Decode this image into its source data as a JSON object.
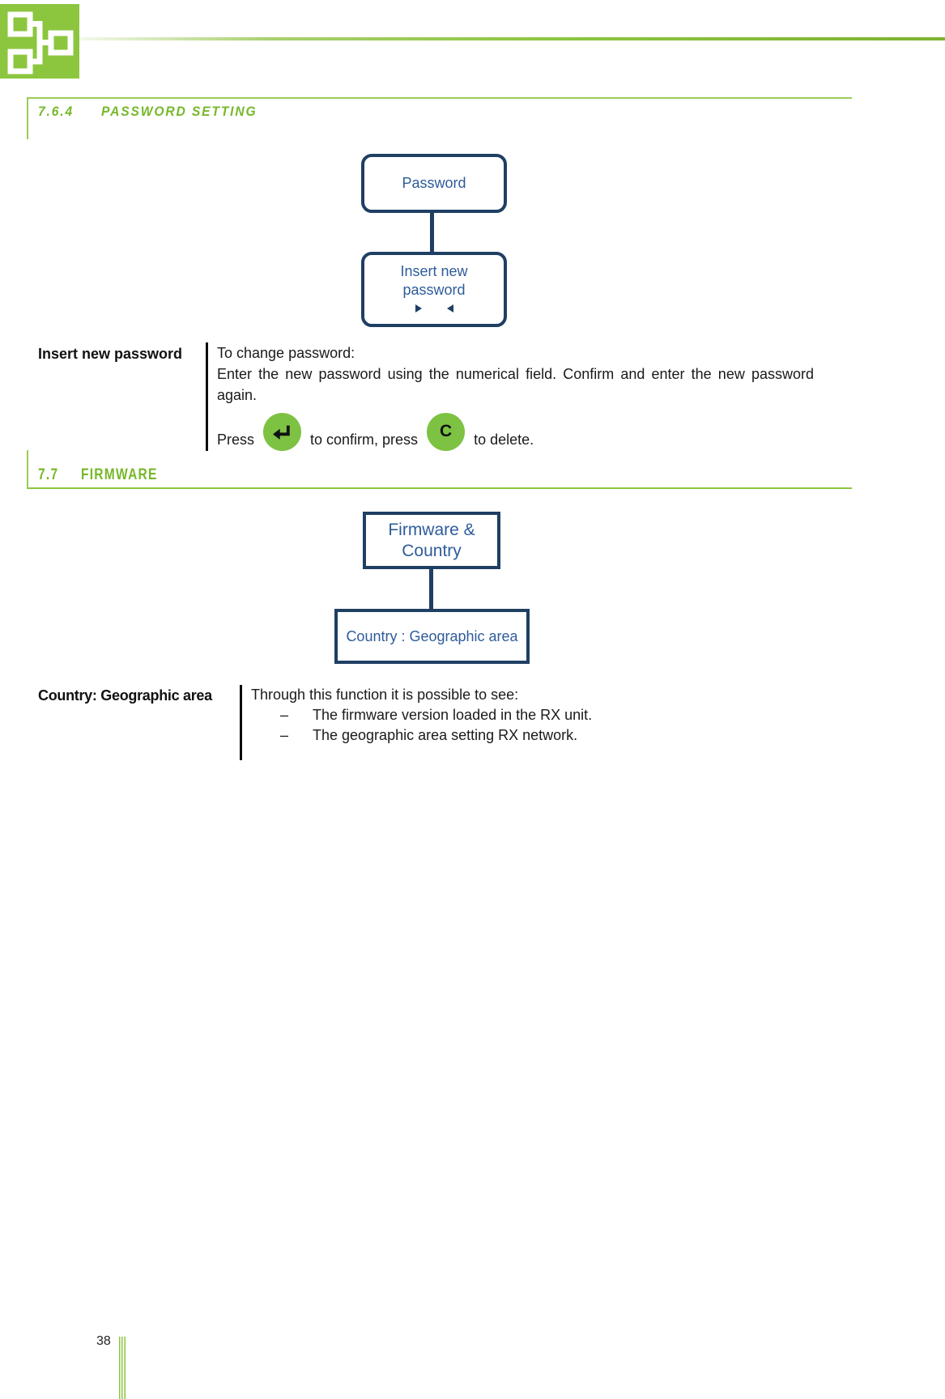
{
  "page": {
    "number": "38"
  },
  "colors": {
    "accent_green": "#76B82A",
    "rule_green": "#8CC63F",
    "logo_green": "#8CC63F",
    "key_green": "#7DC242",
    "box_border_navy": "#1F3F63",
    "box_text_blue": "#2E5C9A"
  },
  "sections": [
    {
      "number": "7.6.4",
      "title": "PASSWORD SETTING"
    },
    {
      "number": "7.7",
      "title": "FIRMWARE"
    }
  ],
  "password_chart": {
    "root": "Password",
    "child_line1": "Insert new",
    "child_line2": "password"
  },
  "password_row": {
    "label": "Insert new password",
    "line1": "To change password:",
    "line2": "Enter the new password using the numerical field. Confirm and enter the new password again.",
    "press_before": "Press",
    "press_middle": "to confirm, press",
    "press_after": "to delete.",
    "delete_key_label": "C"
  },
  "firmware_chart": {
    "root_line1": "Firmware &",
    "root_line2": "Country",
    "child": "Country : Geographic area"
  },
  "firmware_row": {
    "label": "Country: Geographic area",
    "intro": "Through this function it is possible to see:",
    "bullet_glyph": "–",
    "bullets": [
      "The firmware version loaded in the RX unit.",
      "The geographic area setting RX network."
    ]
  }
}
